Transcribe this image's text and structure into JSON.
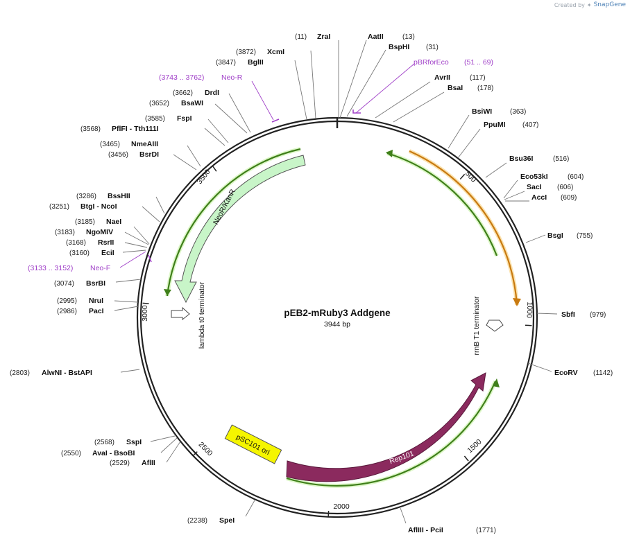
{
  "credit": {
    "prefix": "Created by",
    "brand": "SnapGene"
  },
  "plasmid": {
    "name": "pEB2-mRuby3 Addgene",
    "length_label": "3944 bp",
    "length": 3944
  },
  "tick_labels": [
    "500",
    "1000",
    "1500",
    "2000",
    "2500",
    "3000",
    "3500"
  ],
  "sites": [
    {
      "name": "ZraI",
      "pos": "(11)"
    },
    {
      "name": "AatII",
      "pos": "(13)"
    },
    {
      "name": "BspHI",
      "pos": "(31)"
    },
    {
      "name": "AvrII",
      "pos": "(117)"
    },
    {
      "name": "BsaI",
      "pos": "(178)"
    },
    {
      "name": "BsiWI",
      "pos": "(363)"
    },
    {
      "name": "PpuMI",
      "pos": "(407)"
    },
    {
      "name": "Bsu36I",
      "pos": "(516)"
    },
    {
      "name": "Eco53kI",
      "pos": "(604)"
    },
    {
      "name": "SacI",
      "pos": "(606)"
    },
    {
      "name": "AccI",
      "pos": "(609)"
    },
    {
      "name": "BsgI",
      "pos": "(755)"
    },
    {
      "name": "SbfI",
      "pos": "(979)"
    },
    {
      "name": "EcoRV",
      "pos": "(1142)"
    },
    {
      "name": "AflIII  - PciI",
      "pos": "(1771)"
    },
    {
      "name": "SpeI",
      "pos": "(2238)"
    },
    {
      "name": "AflII",
      "pos": "(2529)"
    },
    {
      "name": "AvaI  - BsoBI",
      "pos": "(2550)"
    },
    {
      "name": "SspI",
      "pos": "(2568)"
    },
    {
      "name": "AlwNI  - BstAPI",
      "pos": "(2803)"
    },
    {
      "name": "PacI",
      "pos": "(2986)"
    },
    {
      "name": "NruI",
      "pos": "(2995)"
    },
    {
      "name": "BsrBI",
      "pos": "(3074)"
    },
    {
      "name": "EciI",
      "pos": "(3160)"
    },
    {
      "name": "RsrII",
      "pos": "(3168)"
    },
    {
      "name": "NgoMIV",
      "pos": "(3183)"
    },
    {
      "name": "NaeI",
      "pos": "(3185)"
    },
    {
      "name": "BtgI  - NcoI",
      "pos": "(3251)"
    },
    {
      "name": "BssHII",
      "pos": "(3286)"
    },
    {
      "name": "BsrDI",
      "pos": "(3456)"
    },
    {
      "name": "NmeAIII",
      "pos": "(3465)"
    },
    {
      "name": "PflFI  - Tth111I",
      "pos": "(3568)"
    },
    {
      "name": "FspI",
      "pos": "(3585)"
    },
    {
      "name": "BsaWI",
      "pos": "(3652)"
    },
    {
      "name": "DrdI",
      "pos": "(3662)"
    },
    {
      "name": "BglII",
      "pos": "(3847)"
    },
    {
      "name": "XcmI",
      "pos": "(3872)"
    }
  ],
  "primers": [
    {
      "name": "pBRforEco",
      "range": "(51 .. 69)"
    },
    {
      "name": "Neo-R",
      "range": "(3743 .. 3762)"
    },
    {
      "name": "Neo-F",
      "range": "(3133 .. 3152)"
    }
  ],
  "features": [
    {
      "name": "NeoR/KanR",
      "type": "CDS",
      "color": "#c8f5c8"
    },
    {
      "name": "Rep101",
      "type": "CDS",
      "color": "#8b2a5e"
    },
    {
      "name": "pSC101 ori",
      "type": "rep_origin",
      "color": "#f5f500"
    },
    {
      "name": "lambda t0 terminator",
      "type": "terminator",
      "color": "#ffffff"
    },
    {
      "name": "rrnB T1 terminator",
      "type": "terminator",
      "color": "#ffffff"
    }
  ],
  "colors": {
    "primer": "#a040c8",
    "orf_green": "#4a8a1c",
    "orf_orange": "#c87a10"
  }
}
